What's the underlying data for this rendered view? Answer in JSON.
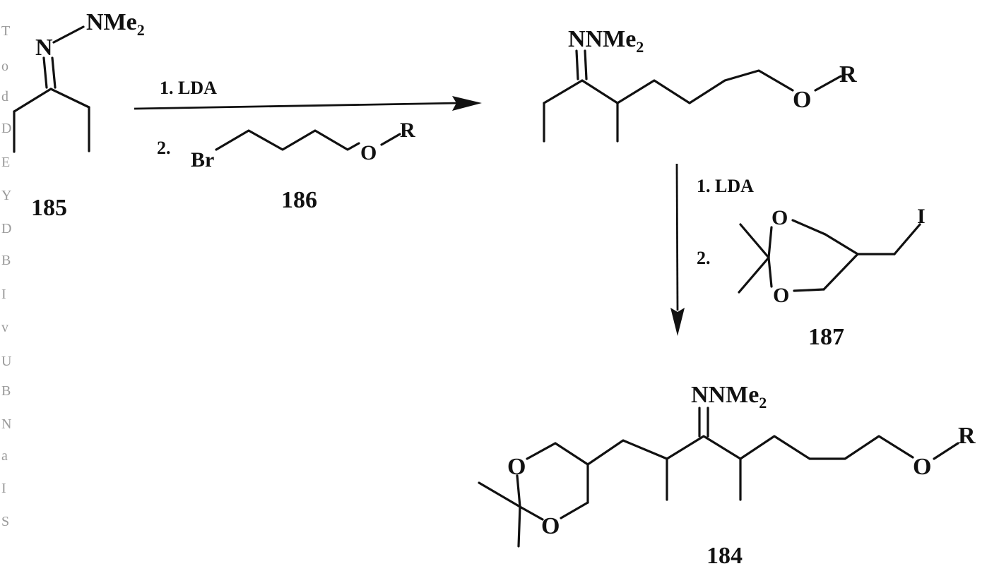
{
  "compounds": {
    "c185": {
      "label": "185",
      "substituent": "NMe",
      "substituent_sub": "2",
      "n_atom": "N"
    },
    "c186": {
      "label": "186",
      "br": "Br",
      "o": "O",
      "r": "R"
    },
    "intermediate": {
      "substituent": "NNMe",
      "substituent_sub": "2",
      "o": "O",
      "r": "R"
    },
    "c187": {
      "label": "187",
      "o_top": "O",
      "o_bottom": "O",
      "i": "I"
    },
    "c184": {
      "label": "184",
      "substituent": "NNMe",
      "substituent_sub": "2",
      "o_top": "O",
      "o_bottom": "O",
      "o_chain": "O",
      "r": "R"
    }
  },
  "steps": {
    "step1": {
      "reagent1": "1. LDA",
      "reagent2_num": "2."
    },
    "step2": {
      "reagent1": "1. LDA",
      "reagent2_num": "2."
    }
  },
  "margin_text": [
    "T",
    "o",
    "d",
    "D",
    "E",
    "Y",
    "D",
    "B",
    "I",
    "v",
    "U",
    "B",
    "N",
    "a",
    "I",
    "S"
  ]
}
